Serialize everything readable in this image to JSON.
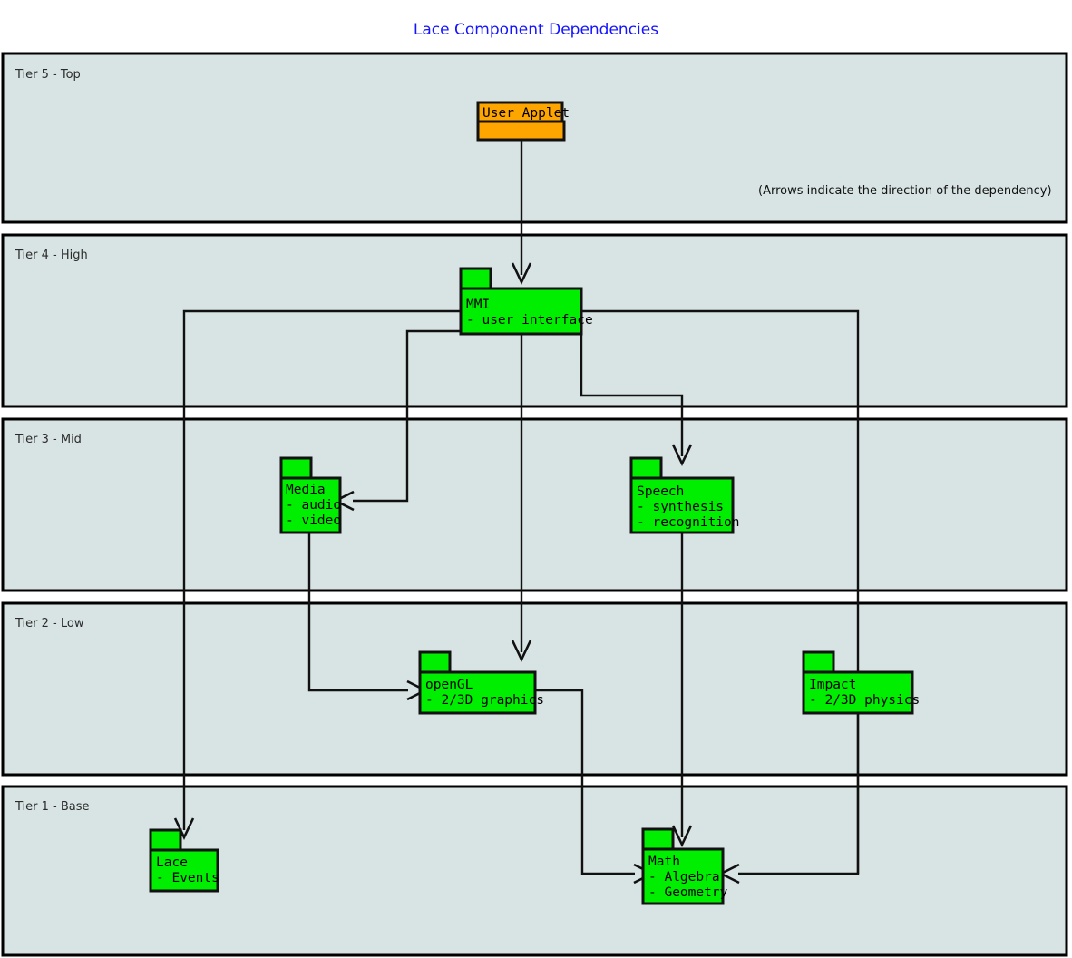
{
  "page": {
    "title": "Lace Component Dependencies",
    "title_color": "#1414ff",
    "background": "#ffffff",
    "note": "(Arrows indicate the direction of the dependency)"
  },
  "palette": {
    "tier_fill": "#d8e3e3",
    "component_fill": "#00ee00",
    "applet_fill": "#ffa500",
    "stroke": "#111111"
  },
  "tiers": [
    {
      "id": "tier5",
      "label": "Tier 5 - Top"
    },
    {
      "id": "tier4",
      "label": "Tier 4 - High"
    },
    {
      "id": "tier3",
      "label": "Tier 3 - Mid"
    },
    {
      "id": "tier2",
      "label": "Tier 2 - Low"
    },
    {
      "id": "tier1",
      "label": "Tier 1 - Base"
    }
  ],
  "components": [
    {
      "id": "user-applet",
      "tier": "tier5",
      "name": "User Applet",
      "items": [],
      "style": "applet"
    },
    {
      "id": "mmi",
      "tier": "tier4",
      "name": "MMI",
      "items": [
        "- user interface"
      ],
      "style": "package"
    },
    {
      "id": "media",
      "tier": "tier3",
      "name": "Media",
      "items": [
        "- audio",
        "- video"
      ],
      "style": "package"
    },
    {
      "id": "speech",
      "tier": "tier3",
      "name": "Speech",
      "items": [
        "- synthesis",
        "- recognition"
      ],
      "style": "package"
    },
    {
      "id": "opengl",
      "tier": "tier2",
      "name": "openGL",
      "items": [
        "- 2/3D graphics"
      ],
      "style": "package"
    },
    {
      "id": "impact",
      "tier": "tier2",
      "name": "Impact",
      "items": [
        "- 2/3D physics"
      ],
      "style": "package"
    },
    {
      "id": "lace",
      "tier": "tier1",
      "name": "Lace",
      "items": [
        "- Events"
      ],
      "style": "package"
    },
    {
      "id": "math",
      "tier": "tier1",
      "name": "Math",
      "items": [
        "- Algebra",
        "- Geometry"
      ],
      "style": "package"
    }
  ],
  "dependencies": [
    {
      "from": "user-applet",
      "to": "mmi"
    },
    {
      "from": "mmi",
      "to": "lace"
    },
    {
      "from": "mmi",
      "to": "media"
    },
    {
      "from": "mmi",
      "to": "opengl"
    },
    {
      "from": "mmi",
      "to": "speech"
    },
    {
      "from": "mmi",
      "to": "math"
    },
    {
      "from": "media",
      "to": "opengl"
    },
    {
      "from": "speech",
      "to": "math"
    },
    {
      "from": "opengl",
      "to": "math"
    },
    {
      "from": "impact",
      "to": "math"
    }
  ]
}
